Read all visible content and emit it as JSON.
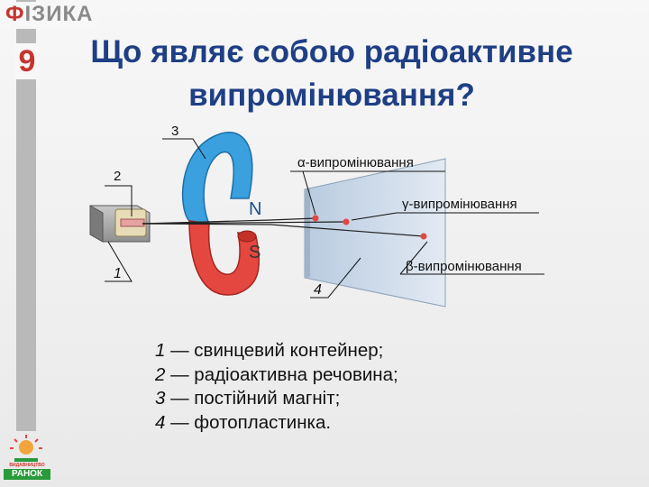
{
  "brand": {
    "title_first_letter": "Ф",
    "title_rest": "ІЗИКА",
    "grade": "9"
  },
  "title": "Що являє собою радіоактивне випромінювання?",
  "diagram": {
    "label_1": "1",
    "label_2": "2",
    "label_3": "3",
    "label_4": "4",
    "north": "N",
    "south": "S",
    "alpha": "α-випромінювання",
    "gamma": "γ-випромінювання",
    "beta": "β-випромінювання"
  },
  "legend": [
    {
      "num": "1",
      "text": " — свинцевий контейнер;"
    },
    {
      "num": "2",
      "text": " — радіоактивна речовина;"
    },
    {
      "num": "3",
      "text": " — постійний магніт;"
    },
    {
      "num": "4",
      "text": " — фотопластинка."
    }
  ],
  "publisher": {
    "small": "ВИДАВНИЦТВО",
    "name": "РАНОК"
  },
  "colors": {
    "title": "#1f3f85",
    "magnet_north": "#3aa0de",
    "magnet_south": "#e4473f",
    "plate": "#c4d4e6",
    "brand_red": "#c5352f"
  }
}
